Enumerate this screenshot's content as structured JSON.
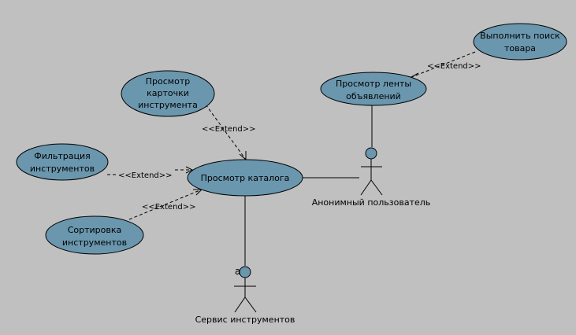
{
  "diagram": {
    "colors": {
      "background": "#c0c0c0",
      "use_case_fill": "#6a97ae",
      "stroke": "#000000"
    },
    "use_cases": {
      "view_catalog": {
        "lines": [
          "Просмотр каталога"
        ]
      },
      "view_card": {
        "lines": [
          "Просмотр",
          "карточки",
          "инструмента"
        ]
      },
      "filter": {
        "lines": [
          "Фильтрация",
          "инструментов"
        ]
      },
      "sort": {
        "lines": [
          "Сортировка",
          "инструментов"
        ]
      },
      "view_feed": {
        "lines": [
          "Просмотр ленты",
          "объявлений"
        ]
      },
      "search": {
        "lines": [
          "Выполнить поиск",
          "товара"
        ]
      }
    },
    "actors": {
      "anonymous": {
        "label": "Анонимный пользователь",
        "icon": "stick-figure-icon"
      },
      "service": {
        "label": "Сервис инструментов",
        "icon": "stick-figure-icon",
        "marker": "a"
      }
    },
    "relations": {
      "extend_label": "<<Extend>>"
    }
  }
}
